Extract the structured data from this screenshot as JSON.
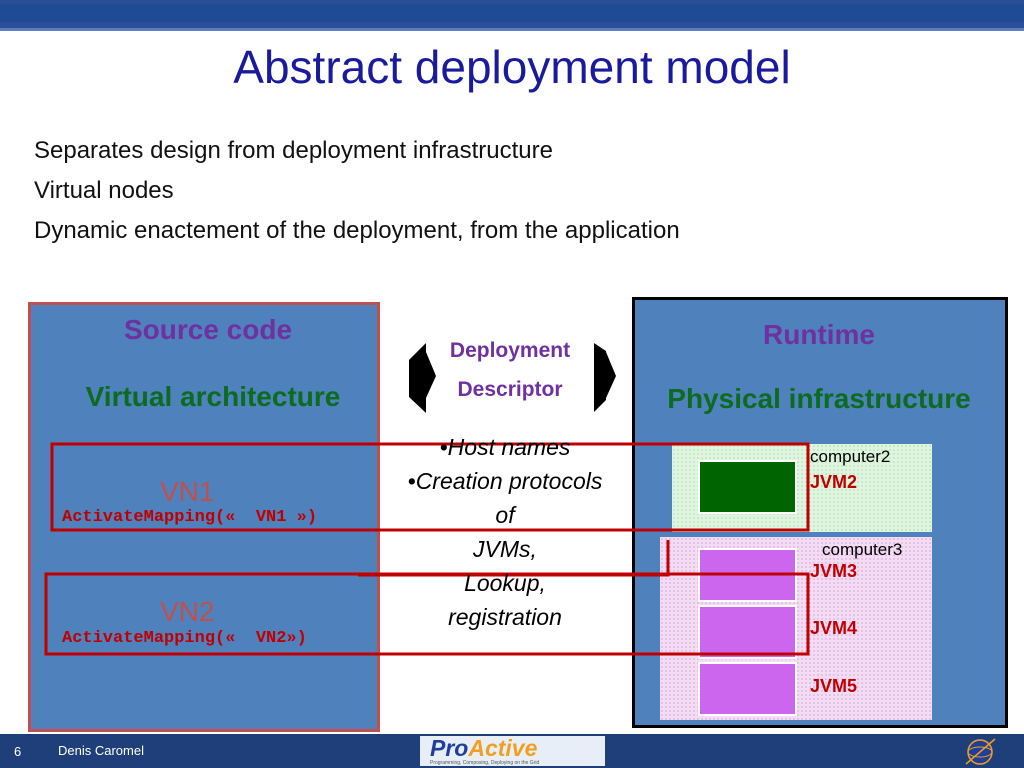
{
  "slide": {
    "title": "Abstract deployment model",
    "bullets": [
      "Separates design from deployment infrastructure",
      "Virtual nodes",
      "Dynamic enactement of the deployment, from the application"
    ]
  },
  "source": {
    "title": "Source code",
    "subtitle": "Virtual architecture",
    "vn1": "VN1",
    "vn1_call": "ActivateMapping(«  VN1 »)",
    "vn2": "VN2",
    "vn2_call": "ActivateMapping(«  VN2»)"
  },
  "descriptor": {
    "line1": "Deployment",
    "line2": "Descriptor",
    "items": [
      "•Host names",
      "•Creation protocols",
      "of",
      "JVMs,",
      "Lookup,",
      "registration"
    ]
  },
  "runtime": {
    "title": "Runtime",
    "subtitle": "Physical infrastructure",
    "computer2": "computer2",
    "computer3": "computer3",
    "jvm2": "JVM2",
    "jvm3": "JVM3",
    "jvm4": "JVM4",
    "jvm5": "JVM5"
  },
  "footer": {
    "page": "6",
    "author": "Denis Caromel",
    "logo_part1": "Pro",
    "logo_part2": "Active",
    "tagline": "Programming, Composing, Deploying on the Grid"
  },
  "colors": {
    "title": "#1a1a9c",
    "panel": "#4f81bd",
    "purple": "#7030a0",
    "green": "#0c6b1e",
    "red": "#c00000"
  }
}
